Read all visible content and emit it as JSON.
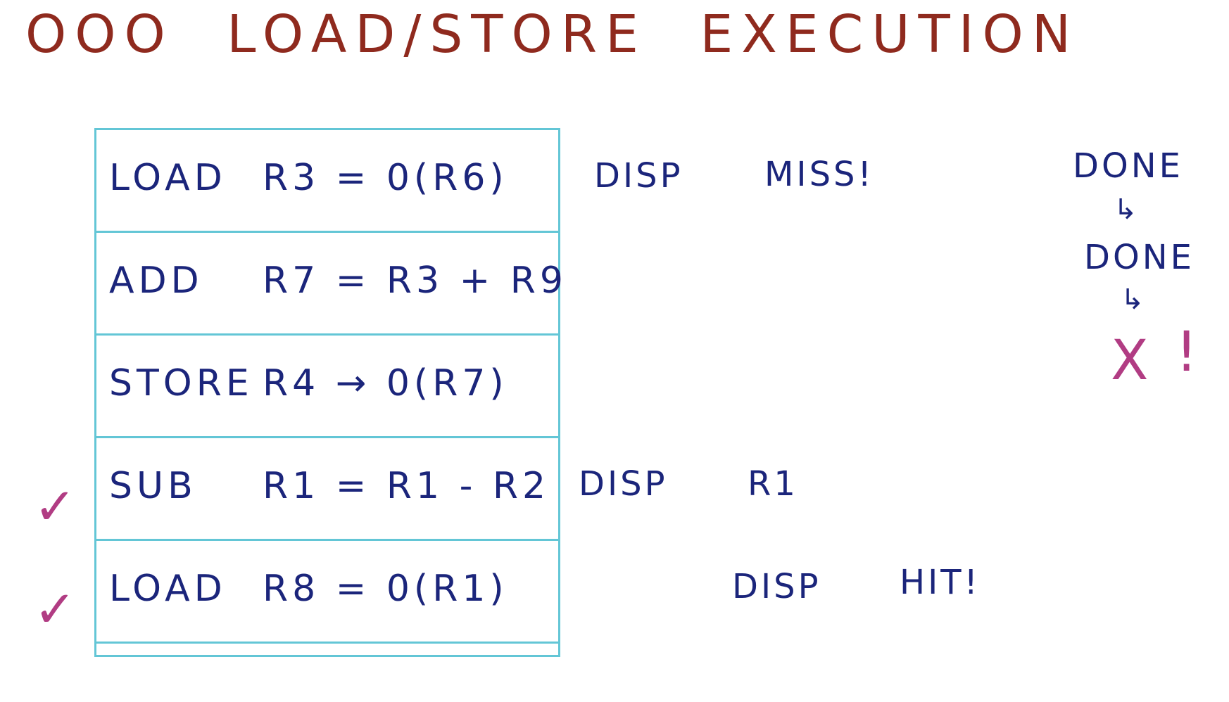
{
  "title": "OOO LOAD/STORE EXECUTION",
  "instructions": [
    {
      "op": "LOAD",
      "expr": "R3 = 0(R6)",
      "checked": false
    },
    {
      "op": "ADD",
      "expr": "R7 = R3 + R9",
      "checked": false
    },
    {
      "op": "STORE",
      "expr": "R4 → 0(R7)",
      "checked": false
    },
    {
      "op": "SUB",
      "expr": "R1 = R1 - R2",
      "checked": true
    },
    {
      "op": "LOAD",
      "expr": "R8 = 0(R1)",
      "checked": true
    }
  ],
  "annotations": {
    "row1_disp": "DISP",
    "row1_result": "MISS!",
    "row4_disp": "DISP",
    "row4_result": "R1",
    "row5_disp": "DISP",
    "row5_result": "HIT!",
    "done_top": "DONE",
    "done_mid": "DONE",
    "arrow": "↳",
    "x_mark": "X",
    "bang": "!",
    "check": "✓"
  },
  "colors": {
    "title": "#8f2a1e",
    "text": "#1b257b",
    "table": "#63c6d6",
    "marks": "#b13c83"
  }
}
